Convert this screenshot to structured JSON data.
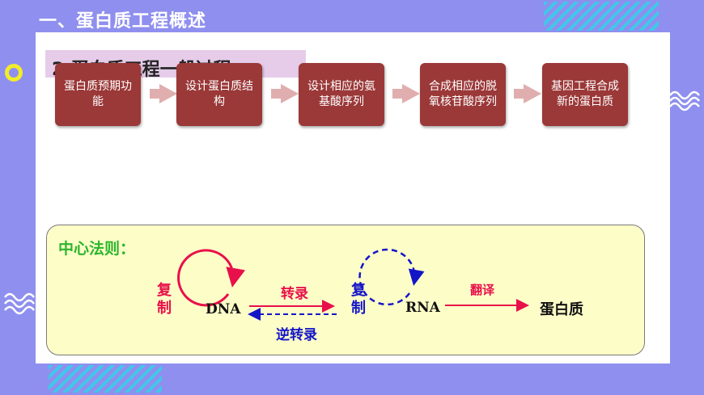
{
  "slide": {
    "title": "一、蛋白质工程概述"
  },
  "subtitle": {
    "label": "2.蛋白质工程一般过程"
  },
  "process_steps": [
    {
      "label": "蛋白质预期功能"
    },
    {
      "label": "设计蛋白质结构"
    },
    {
      "label": "设计相应的氨基酸序列"
    },
    {
      "label": "合成相应的脱氧核苷酸序列"
    },
    {
      "label": "基因工程合成新的蛋白质"
    }
  ],
  "central_dogma": {
    "heading": "中心法则：",
    "dna_replication_label": "复制",
    "dna": "DNA",
    "transcription": "转录",
    "reverse_transcription": "逆转录",
    "rna_replication_label": "复制",
    "rna": "RNA",
    "translation": "翻译",
    "protein": "蛋白质"
  },
  "colors": {
    "background": "#8f8fef",
    "step_box": "#9b3838",
    "flow_arrow": "#e0aeae",
    "heading_green": "#2db52d",
    "arrow_red": "#e8104a",
    "arrow_blue": "#1515c8"
  }
}
